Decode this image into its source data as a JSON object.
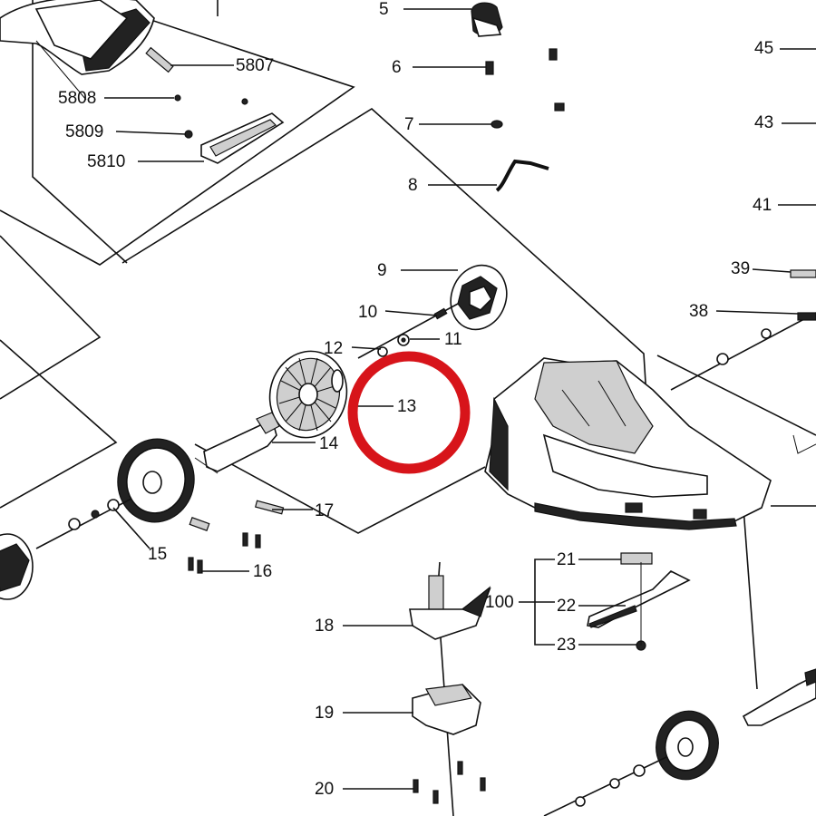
{
  "diagram": {
    "highlight_color": "#d7141a",
    "line_color": "#111111",
    "highlighted_part": "13",
    "labels": {
      "p5": "5",
      "p6": "6",
      "p7": "7",
      "p8": "8",
      "p9": "9",
      "p10": "10",
      "p11": "11",
      "p12": "12",
      "p13": "13",
      "p14": "14",
      "p15": "15",
      "p16": "16",
      "p17": "17",
      "p18": "18",
      "p19": "19",
      "p20": "20",
      "p21": "21",
      "p22": "22",
      "p23": "23",
      "p38": "38",
      "p39": "39",
      "p41": "41",
      "p43": "43",
      "p45": "45",
      "p100": "100",
      "p5807": "5807",
      "p5808": "5808",
      "p5809": "5809",
      "p5810": "5810"
    }
  }
}
